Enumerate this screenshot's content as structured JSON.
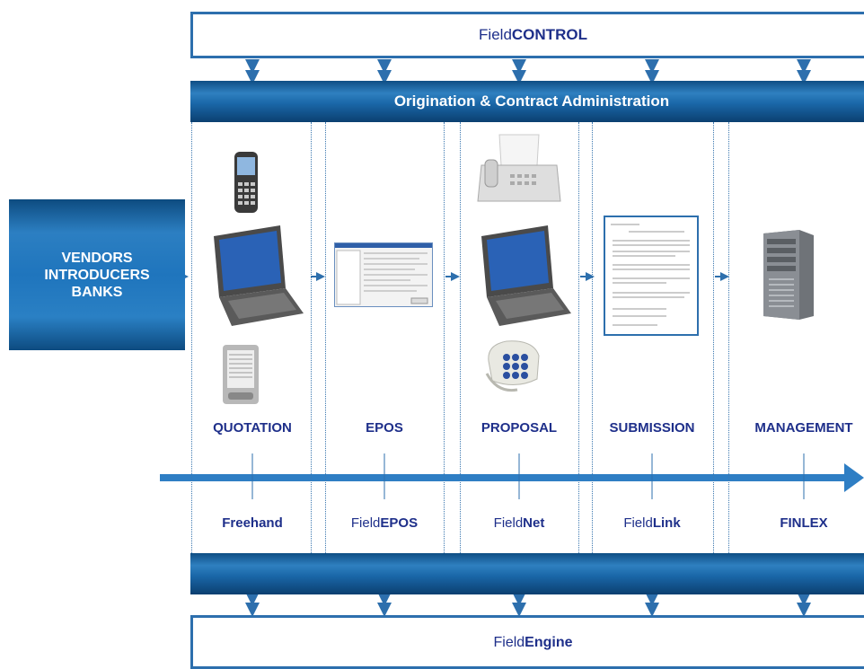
{
  "top_system": {
    "prefix": "Field",
    "bold": "CONTROL"
  },
  "bottom_system": {
    "prefix": "Field",
    "bold": "Engine"
  },
  "origination_bar": {
    "label": "Origination & Contract Administration"
  },
  "vendors": {
    "lines": [
      "VENDORS",
      "INTRODUCERS",
      "BANKS"
    ]
  },
  "stages": [
    {
      "label": "QUOTATION",
      "product_prefix": "",
      "product_bold": "Freehand"
    },
    {
      "label": "EPOS",
      "product_prefix": "Field",
      "product_bold": "EPOS"
    },
    {
      "label": "PROPOSAL",
      "product_prefix": "Field",
      "product_bold": "Net"
    },
    {
      "label": "SUBMISSION",
      "product_prefix": "Field",
      "product_bold": "Link"
    },
    {
      "label": "MANAGEMENT",
      "product_prefix": "",
      "product_bold": "FINLEX"
    }
  ],
  "colors": {
    "accent": "#2d6fad",
    "text": "#1e2f8a",
    "bar": "#1a67a8"
  },
  "icons": [
    "mobile-phone-icon",
    "laptop-icon",
    "pda-icon",
    "software-screen-icon",
    "fax-machine-icon",
    "telephone-icon",
    "document-form-icon",
    "server-tower-icon"
  ]
}
